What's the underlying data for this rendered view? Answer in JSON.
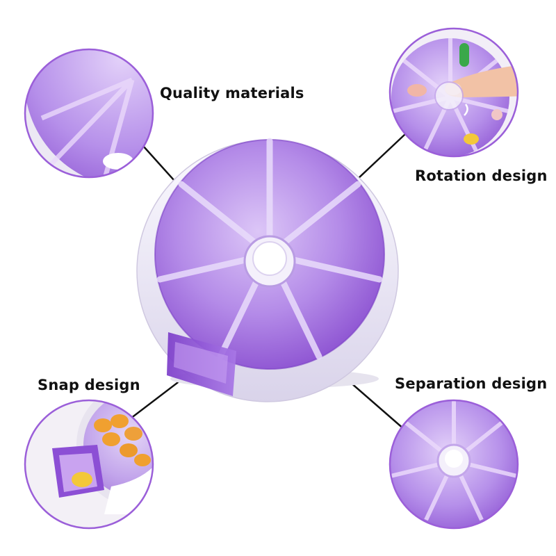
{
  "callouts": {
    "quality": {
      "label": "Quality materials"
    },
    "rotation": {
      "label": "Rotation design"
    },
    "snap": {
      "label": "Snap design"
    },
    "separation": {
      "label": "Separation design"
    }
  },
  "colors": {
    "purple": "#9b5fd9",
    "purple_light": "#c9a3f0",
    "purple_dark": "#6f33b8",
    "base_white": "#f1eef8",
    "pill_orange": "#f0a030",
    "pill_yellow": "#f3c83a"
  },
  "product": {
    "compartments": 7
  }
}
